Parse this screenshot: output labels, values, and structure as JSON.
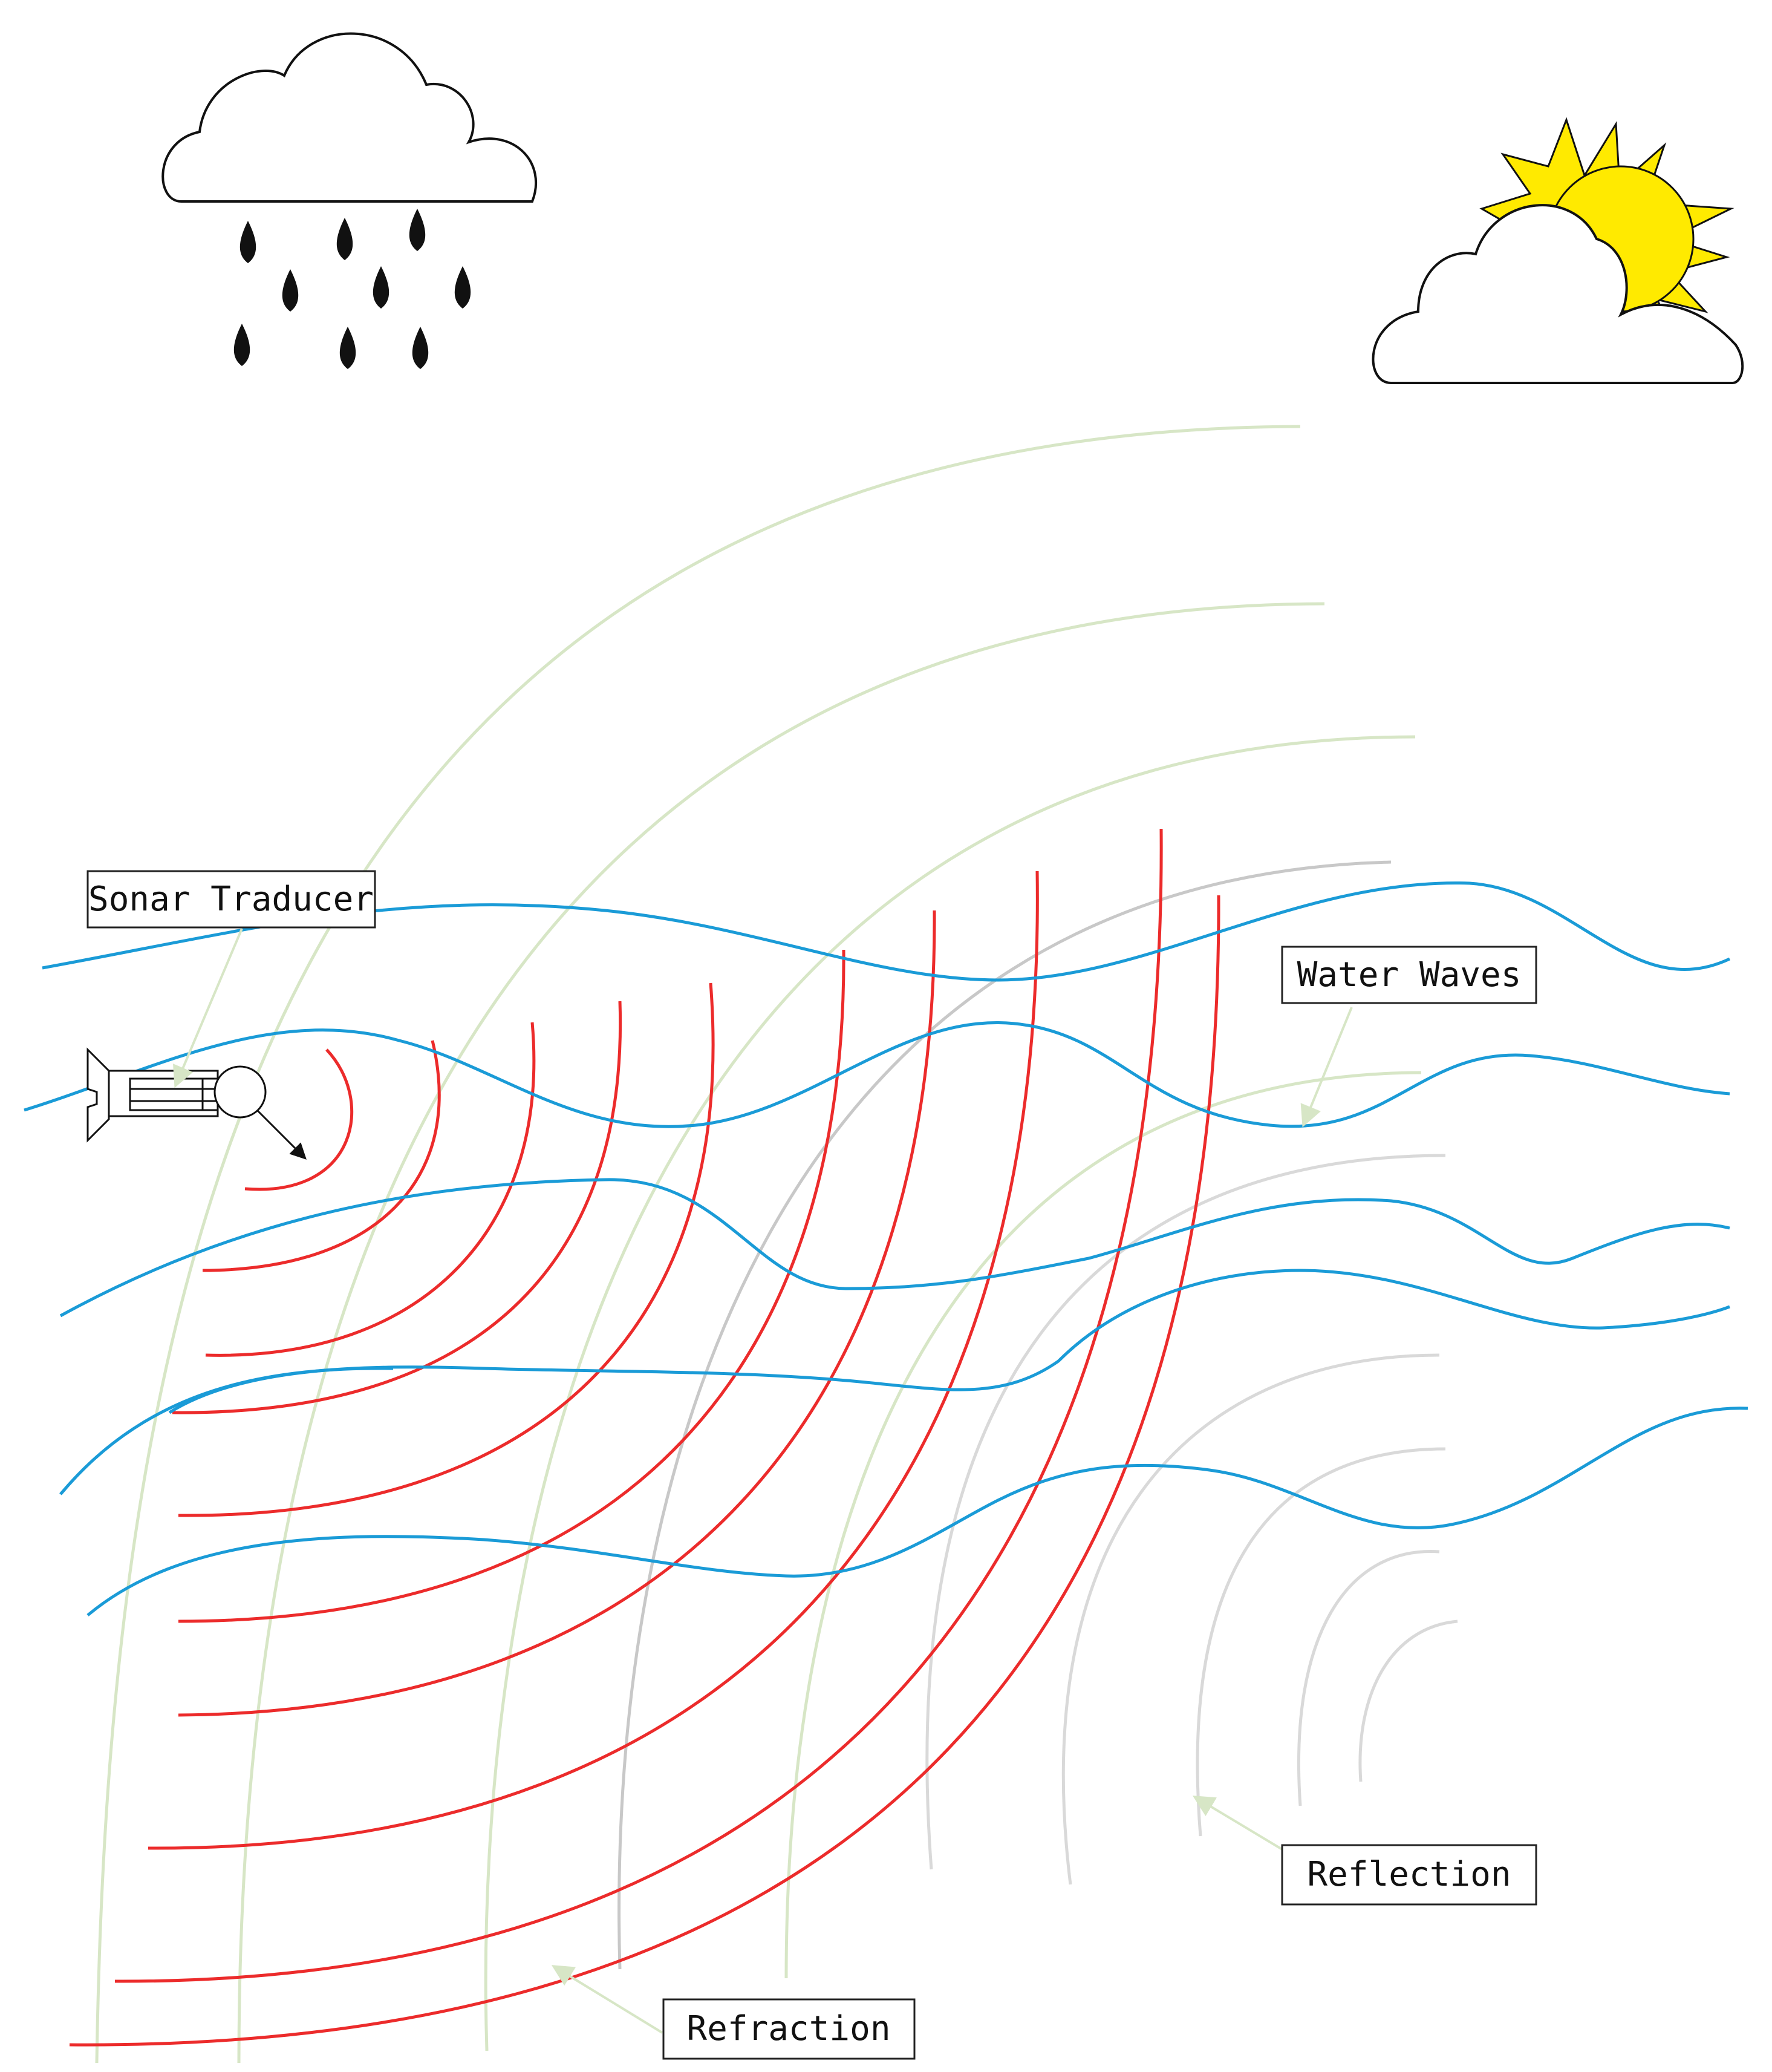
{
  "labels": {
    "sonar": "Sonar Traducer",
    "water_waves": "Water Waves",
    "reflection": "Reflection",
    "refraction": "Refraction"
  },
  "colors": {
    "water": "#1a9bd7",
    "refraction_wave": "#ec2b2b",
    "faint_green": "#d7e6c6",
    "faint_gray": "#d9d9d9",
    "mid_gray": "#c8c8c8",
    "sun": "#ffea00",
    "cloud_fill": "#ffffff",
    "ink": "#111111"
  },
  "icons": [
    "rain-cloud-icon",
    "sun-cloud-icon",
    "sonar-transducer-icon"
  ]
}
